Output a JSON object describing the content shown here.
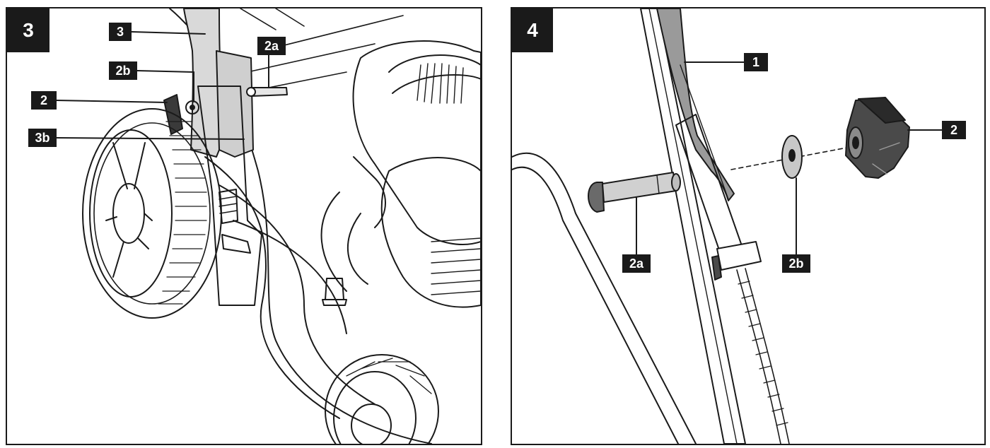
{
  "figures": [
    {
      "number": "3",
      "callouts": {
        "c3": "3",
        "c2b": "2b",
        "c2a": "2a",
        "c2": "2",
        "c3b": "3b"
      }
    },
    {
      "number": "4",
      "callouts": {
        "c1": "1",
        "c2": "2",
        "c2a": "2a",
        "c2b": "2b"
      }
    }
  ]
}
